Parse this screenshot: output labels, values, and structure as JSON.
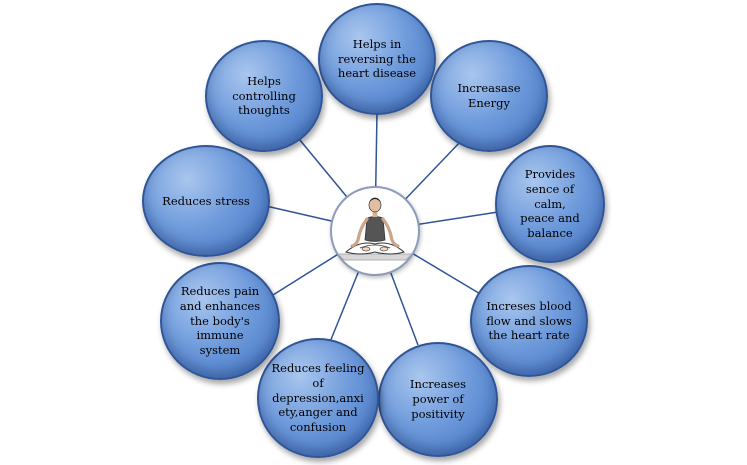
{
  "center": {
    "image": "meditating-person-icon"
  },
  "benefits": [
    {
      "label": "Helps in\nreversing the\nheart disease"
    },
    {
      "label": "Increasase\nEnergy"
    },
    {
      "label": "Provides\nsence of calm,\npeace and\nbalance"
    },
    {
      "label": "Increses blood\nflow and slows\nthe heart rate"
    },
    {
      "label": "Increases\npower of\npositivity"
    },
    {
      "label": "Reduces feeling\nof\ndepression,anxi\nety,anger and\nconfusion"
    },
    {
      "label": "Reduces pain\nand enhances\nthe body's\nimmune\nsystem"
    },
    {
      "label": "Reduces stress"
    },
    {
      "label": "Helps\ncontrolling\nthoughts"
    }
  ],
  "colors": {
    "node_fill": "#6f9bdc",
    "node_border": "#2f5597",
    "connector": "#2f5597"
  }
}
